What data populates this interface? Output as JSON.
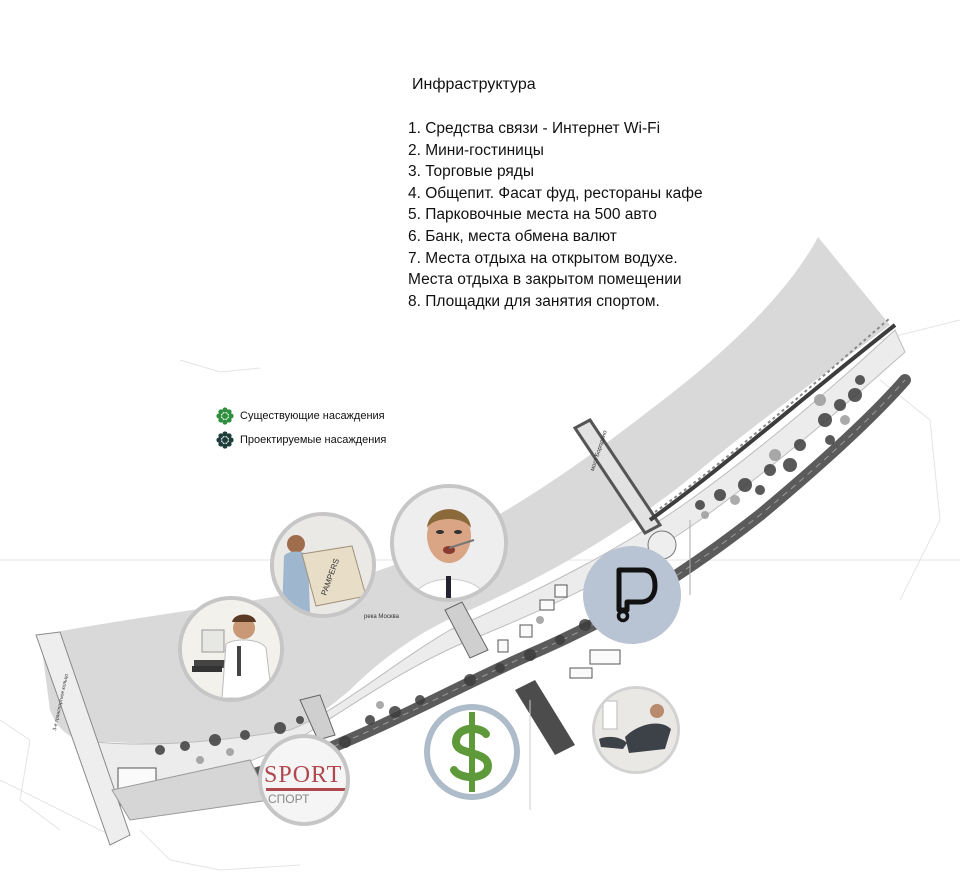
{
  "infrastructure": {
    "title": "Инфраструктура",
    "items": [
      "1. Средства связи - Интернет Wi-Fi",
      "2. Мини-гостиницы",
      "3. Торговые ряды",
      "4. Общепит. Фасат  фуд, рестораны кафе",
      "5. Парковочные места на 500 авто",
      "6. Банк, места обмена валют",
      "7. Места отдыха на открытом водухе.",
      "Места отдыха в закрытом помещении",
      "8. Площадки для занятия спортом."
    ]
  },
  "legend": {
    "existing": "Существующие насаждения",
    "planned": "Проектируемые насаждения",
    "existing_color": "#2f8f3f",
    "planned_color": "#1f3d3a"
  },
  "map_labels": {
    "river": "река Москва",
    "bridge": "мост Бородино",
    "ring_road": "3-е транспортное кольцо"
  },
  "icons": {
    "parking": "parking-icon",
    "bank": "dollar-icon",
    "sport_logo": "SPORT",
    "sport_subtitle": "спорт",
    "photo_pc_user": "man-at-computer-photo",
    "photo_delivery": "delivery-man-with-box-photo",
    "photo_eating": "man-eating-photo",
    "photo_relax": "person-relaxing-photo"
  },
  "box_label": "PAMPERS",
  "colors": {
    "river": "#d9d9d9",
    "road": "#5b5b5b",
    "ring_gray": "#c6c6c6",
    "parking_bg": "#b8c3d3",
    "bank_ring": "#aebcc9",
    "dollar": "#5f9a3a",
    "sport_red": "#b0494f"
  }
}
